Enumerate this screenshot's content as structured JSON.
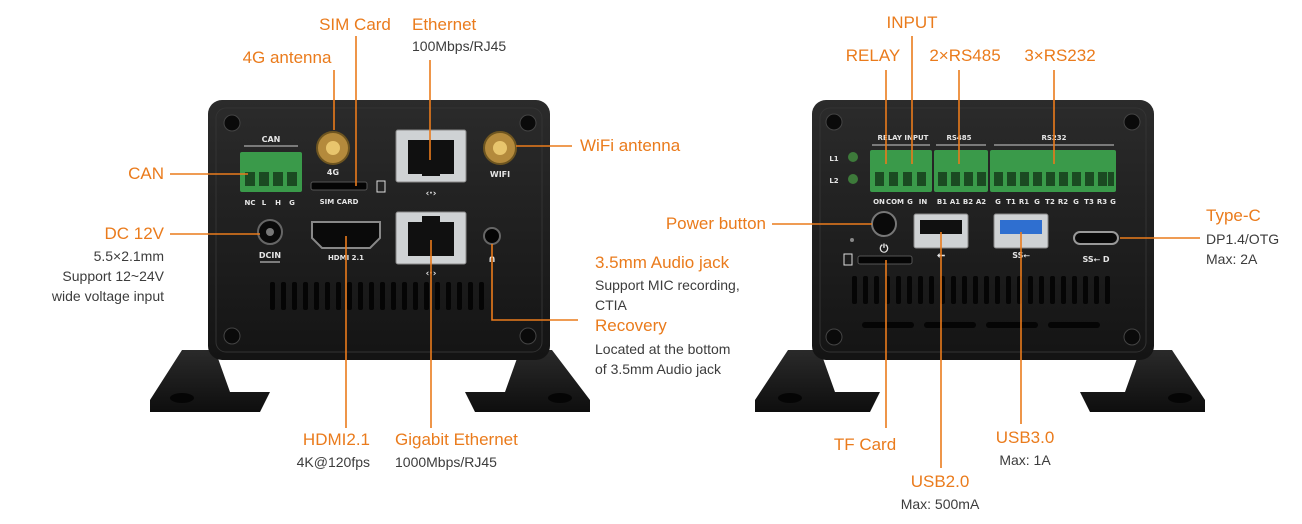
{
  "left_panel": {
    "silk": {
      "can": "CAN",
      "can_pins": [
        "NC",
        "L",
        "H",
        "G"
      ],
      "ant4g": "4G",
      "simcard": "SIM CARD",
      "wifi": "WIFI",
      "dcin": "DCIN",
      "hdmi": "HDMI 2.1"
    },
    "callouts": {
      "sim_card": {
        "title": "SIM Card"
      },
      "ethernet": {
        "title": "Ethernet",
        "desc": "100Mbps/RJ45"
      },
      "ant4g": {
        "title": "4G antenna"
      },
      "wifi": {
        "title": "WiFi antenna"
      },
      "can": {
        "title": "CAN"
      },
      "dc": {
        "title": "DC 12V",
        "desc": [
          "5.5×2.1mm",
          "Support 12~24V",
          "wide voltage input"
        ]
      },
      "audio": {
        "title": "3.5mm Audio jack",
        "desc": [
          "Support MIC recording,",
          "CTIA"
        ]
      },
      "recovery": {
        "title": "Recovery",
        "desc": [
          "Located at the bottom",
          "of 3.5mm Audio jack"
        ]
      },
      "hdmi": {
        "title": "HDMI2.1",
        "desc": "4K@120fps"
      },
      "gbe": {
        "title": "Gigabit Ethernet",
        "desc": "1000Mbps/RJ45"
      }
    }
  },
  "right_panel": {
    "silk": {
      "relay_input": "RELAY  INPUT",
      "rs485": "RS485",
      "rs232": "RS232",
      "l1": "L1",
      "l2": "L2",
      "pins": [
        "ON",
        "COM",
        "G",
        "IN",
        "B1",
        "A1",
        "B2",
        "A2",
        "G",
        "T1",
        "R1",
        "G",
        "T2",
        "R2",
        "G",
        "T3",
        "R3",
        "G"
      ]
    },
    "callouts": {
      "input": {
        "title": "INPUT"
      },
      "relay": {
        "title": "RELAY"
      },
      "rs485": {
        "title": "2×RS485"
      },
      "rs232": {
        "title": "3×RS232"
      },
      "power": {
        "title": "Power button"
      },
      "typec": {
        "title": "Type-C",
        "desc": [
          "DP1.4/OTG",
          "Max: 2A"
        ]
      },
      "tf": {
        "title": "TF Card"
      },
      "usb2": {
        "title": "USB2.0",
        "desc": "Max: 500mA"
      },
      "usb3": {
        "title": "USB3.0",
        "desc": "Max: 1A"
      }
    }
  },
  "colors": {
    "accent": "#ea7b1c",
    "case": "#1c1c1c",
    "terminal": "#3a9a4a",
    "usb3": "#2f6fd0"
  }
}
